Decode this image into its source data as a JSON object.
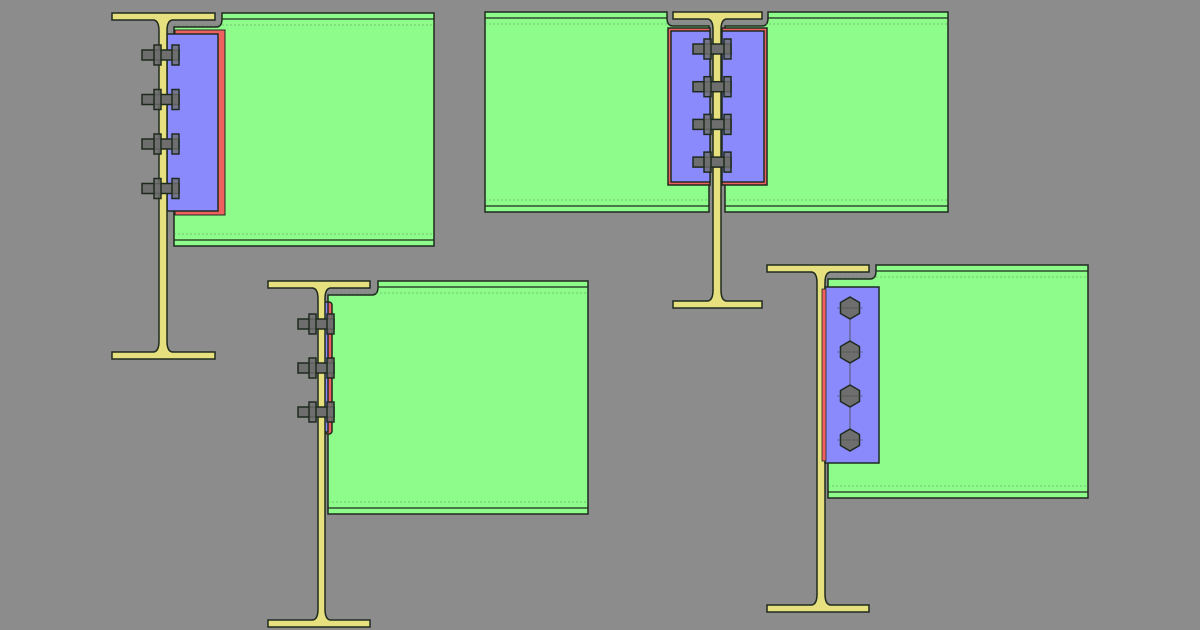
{
  "colors": {
    "background": "#8c8c8c",
    "column": "#e6e07e",
    "beam": "#8efc8a",
    "plate": "#8a8afc",
    "weld": "#f06060",
    "bolt": "#6e6e6e",
    "outline": "#1e2a1e"
  },
  "connections": [
    {
      "type": "double-angle-one-side",
      "bolts": 4
    },
    {
      "type": "double-angle-two-sided",
      "bolts": 4
    },
    {
      "type": "single-angle-one-side",
      "bolts": 3
    },
    {
      "type": "shear-tab",
      "bolts": 4
    }
  ]
}
